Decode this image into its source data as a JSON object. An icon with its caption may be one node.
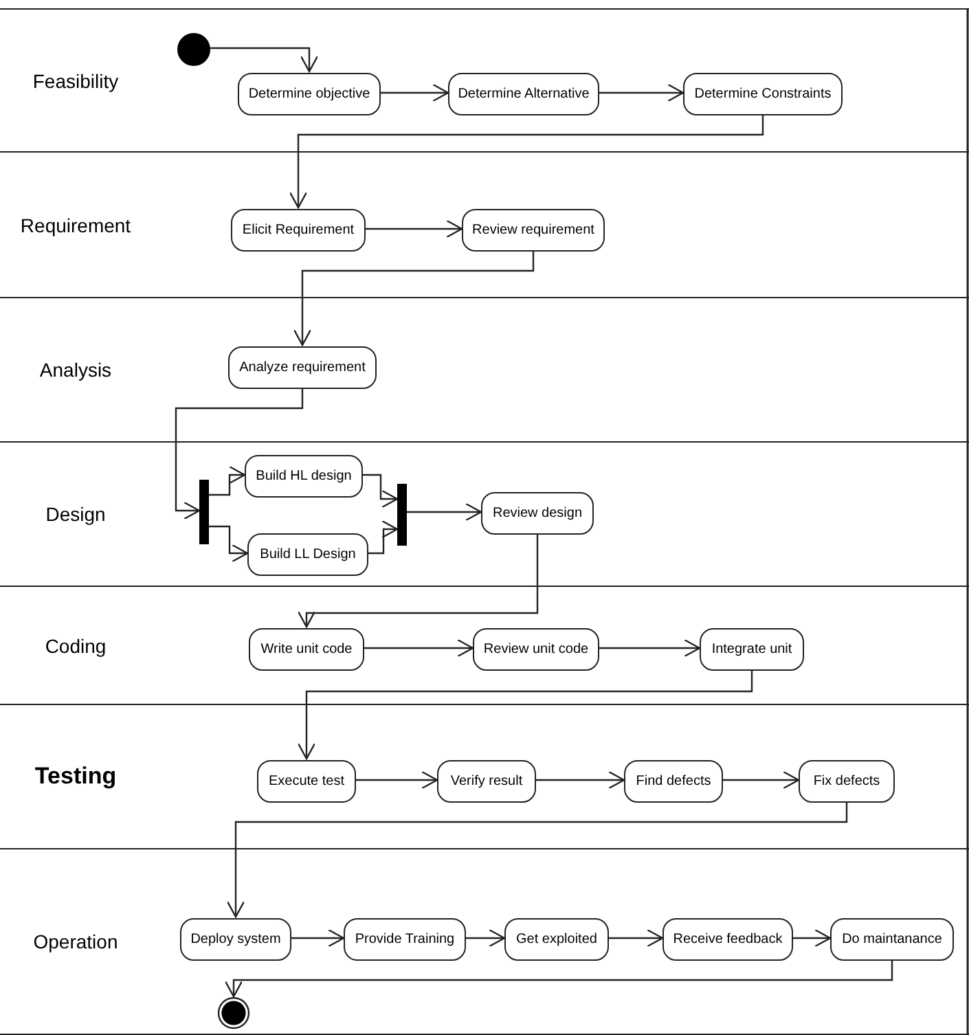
{
  "diagram": {
    "nodes": [
      {
        "text": [
          "Feasibility"
        ]
      },
      {
        "text": [],
        "shape": "circle",
        "in": 0
      },
      {
        "text": [
          "Determine objective"
        ],
        "in": 0
      },
      {
        "text": [
          "Determine Alternative"
        ],
        "in": 0
      },
      {
        "text": [
          "Determine Constraints"
        ],
        "in": 0
      },
      {
        "text": [
          "Requirement"
        ]
      },
      {
        "text": [
          "Elicit Requirement"
        ],
        "in": 5
      },
      {
        "text": [
          "Review requirement"
        ],
        "in": 5
      },
      {
        "text": [
          "Analysis"
        ]
      },
      {
        "text": [
          "Analyze requirement"
        ],
        "in": 8
      },
      {
        "text": [
          "Design"
        ]
      },
      {
        "text": [],
        "shape": "bar",
        "in": 10
      },
      {
        "text": [
          "Build HL design"
        ],
        "in": 10
      },
      {
        "text": [
          "Build LL Design"
        ],
        "in": 10
      },
      {
        "text": [],
        "shape": "bar",
        "in": 10
      },
      {
        "text": [
          "Review design"
        ],
        "in": 10
      },
      {
        "text": [
          "Coding"
        ]
      },
      {
        "text": [
          "Write unit code"
        ],
        "in": 16
      },
      {
        "text": [
          "Review unit code"
        ],
        "in": 16
      },
      {
        "text": [
          "Integrate unit"
        ],
        "in": 16
      },
      {
        "text": [
          "Testing"
        ]
      },
      {
        "text": [
          "Execute test"
        ],
        "in": 20
      },
      {
        "text": [
          "Verify result"
        ],
        "in": 20
      },
      {
        "text": [
          "Find defects"
        ],
        "in": 20
      },
      {
        "text": [
          "Fix defects"
        ],
        "in": 20
      },
      {
        "text": [
          "Operation"
        ]
      },
      {
        "text": [
          "Deploy system"
        ],
        "in": 25
      },
      {
        "text": [
          "Provide Training"
        ],
        "in": 25
      },
      {
        "text": [
          "Get exploited"
        ],
        "in": 25
      },
      {
        "text": [
          "Receive feedback"
        ],
        "in": 25
      },
      {
        "text": [
          "Do maintanance"
        ],
        "in": 25
      },
      {
        "text": [],
        "shape": "circle",
        "in": 25
      }
    ],
    "edges": [
      {
        "from": 1,
        "to": 2,
        "arrow": "to"
      },
      {
        "from": 2,
        "to": 3,
        "arrow": "to"
      },
      {
        "from": 3,
        "to": 4,
        "arrow": "to"
      },
      {
        "from": 4,
        "to": 6,
        "arrow": "to"
      },
      {
        "from": 6,
        "to": 7,
        "arrow": "to"
      },
      {
        "from": 7,
        "to": 9,
        "arrow": "to"
      },
      {
        "from": 9,
        "to": 11,
        "arrow": "to"
      },
      {
        "from": 11,
        "to": 12,
        "arrow": "to"
      },
      {
        "from": 11,
        "to": 13,
        "arrow": "to"
      },
      {
        "from": 12,
        "to": 14,
        "arrow": "to"
      },
      {
        "from": 13,
        "to": 14,
        "arrow": "to"
      },
      {
        "from": 14,
        "to": 15,
        "arrow": "to"
      },
      {
        "from": 15,
        "to": 17,
        "arrow": "to"
      },
      {
        "from": 17,
        "to": 18,
        "arrow": "to"
      },
      {
        "from": 18,
        "to": 19,
        "arrow": "to"
      },
      {
        "from": 19,
        "to": 21,
        "arrow": "to"
      },
      {
        "from": 21,
        "to": 22,
        "arrow": "to"
      },
      {
        "from": 22,
        "to": 23,
        "arrow": "to"
      },
      {
        "from": 23,
        "to": 24,
        "arrow": "to"
      },
      {
        "from": 24,
        "to": 26,
        "arrow": "to"
      },
      {
        "from": 26,
        "to": 27,
        "arrow": "to"
      },
      {
        "from": 27,
        "to": 28,
        "arrow": "to"
      },
      {
        "from": 28,
        "to": 29,
        "arrow": "to"
      },
      {
        "from": 29,
        "to": 30,
        "arrow": "to"
      },
      {
        "from": 30,
        "to": 31,
        "arrow": "to"
      }
    ]
  }
}
